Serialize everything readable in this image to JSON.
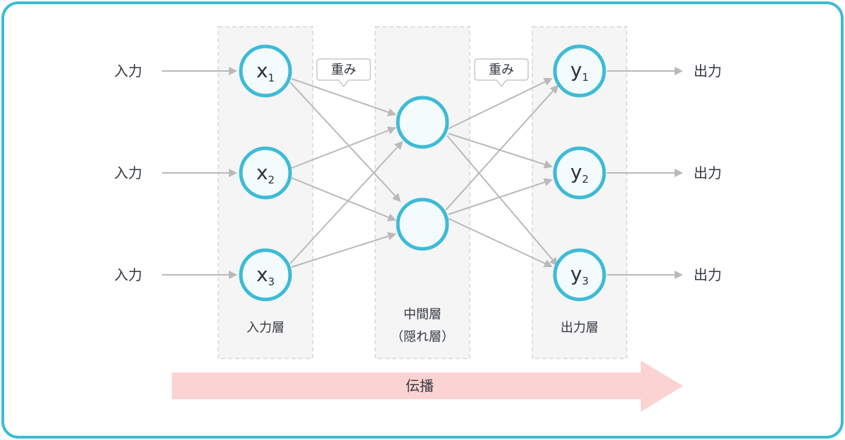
{
  "inputs": [
    "入力",
    "入力",
    "入力"
  ],
  "outputs": [
    "出力",
    "出力",
    "出力"
  ],
  "input_nodes": [
    {
      "main": "x",
      "sub": "1"
    },
    {
      "main": "x",
      "sub": "2"
    },
    {
      "main": "x",
      "sub": "3"
    }
  ],
  "output_nodes": [
    {
      "main": "y",
      "sub": "1"
    },
    {
      "main": "y",
      "sub": "2"
    },
    {
      "main": "y",
      "sub": "3"
    }
  ],
  "weight_label": "重み",
  "layers": {
    "input": "入力層",
    "hidden_line1": "中間層",
    "hidden_line2": "（隠れ層）",
    "output": "出力層"
  },
  "propagation_label": "伝播",
  "colors": {
    "frame": "#3dbbd6",
    "node_stroke": "#3dbbd6",
    "node_fill": "#f3fbfd",
    "column_fill": "#f5f5f5",
    "column_border": "#d6d6d6",
    "arrow": "#b9b9b9",
    "propagation_arrow": "#fbd3d3"
  }
}
